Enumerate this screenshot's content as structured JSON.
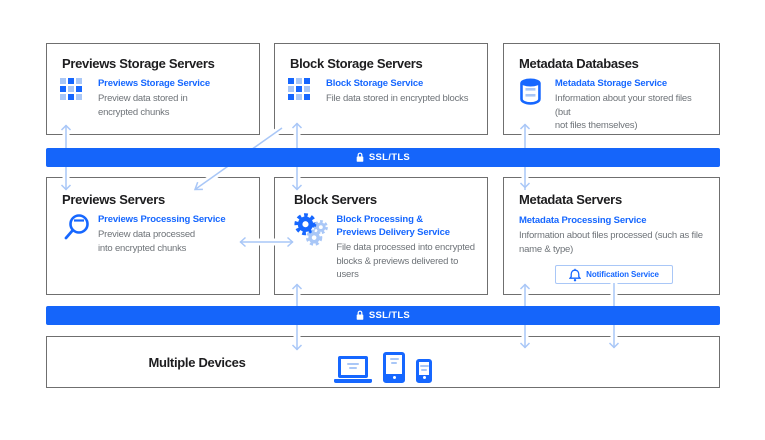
{
  "colors": {
    "accent": "#1667FF",
    "light_blue": "#A9C7F7",
    "ssl_bar_background": "#1565FA",
    "heading_text": "#1D1D1F",
    "muted_text": "#6E7378",
    "box_border": "#6F6F6F"
  },
  "ssl_bar": {
    "label": "SSL/TLS",
    "icon": "lock-icon"
  },
  "top_row": [
    {
      "title": "Previews Storage Servers",
      "icon": "grid-icon",
      "service": "Previews Storage Service",
      "description": "Preview data stored in\nencrypted chunks"
    },
    {
      "title": "Block Storage Servers",
      "icon": "grid-icon",
      "service": "Block Storage Service",
      "description": "File data stored in encrypted blocks"
    },
    {
      "title": "Metadata Databases",
      "icon": "database-icon",
      "service": "Metadata Storage Service",
      "description": "Information about your stored files (but\nnot files themselves)"
    }
  ],
  "middle_row": [
    {
      "title": "Previews Servers",
      "icon": "magnifier-icon",
      "service": "Previews Processing Service",
      "description": "Preview data processed\ninto encrypted chunks"
    },
    {
      "title": "Block Servers",
      "icon": "gears-icon",
      "service": "Block Processing &\nPreviews Delivery Service",
      "description": "File data processed into encrypted\nblocks & previews delivered to users"
    },
    {
      "title": "Metadata Servers",
      "service": "Metadata Processing Service",
      "description": "Information about files processed (such as file\nname & type)",
      "notification": {
        "icon": "bell-icon",
        "label": "Notification Service"
      }
    }
  ],
  "bottom": {
    "title": "Multiple Devices",
    "device_icons": [
      "laptop-icon",
      "tablet-icon",
      "phone-icon"
    ]
  }
}
